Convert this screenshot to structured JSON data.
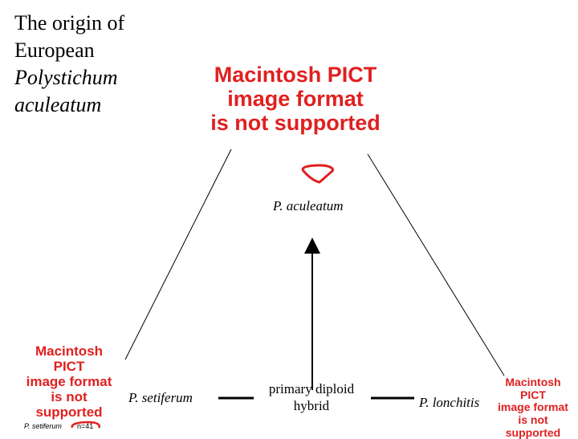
{
  "title": {
    "line1": "The origin of",
    "line2": "European",
    "line3": "Polystichum",
    "line4": "aculeatum"
  },
  "placeholders": {
    "top": {
      "line1": "Macintosh PICT",
      "line2": "image format",
      "line3": "is not supported"
    },
    "left": {
      "line1": "Macintosh PICT",
      "line2": "image format",
      "line3": "is not supported"
    },
    "right": {
      "line1": "Macintosh PICT",
      "line2": "image format",
      "line3": "is not supported"
    }
  },
  "labels": {
    "aculeatum": "P. aculeatum",
    "setiferum": "P. setiferum",
    "lonchitis": "P. lonchitis",
    "hybrid_line1": "primary diploid",
    "hybrid_line2": "hybrid"
  },
  "small_labels": {
    "setiferum": "P. setiferum",
    "n": "n=41"
  },
  "colors": {
    "placeholder_text": "#e02020",
    "marker": "#e02020",
    "lines": "#000000"
  }
}
